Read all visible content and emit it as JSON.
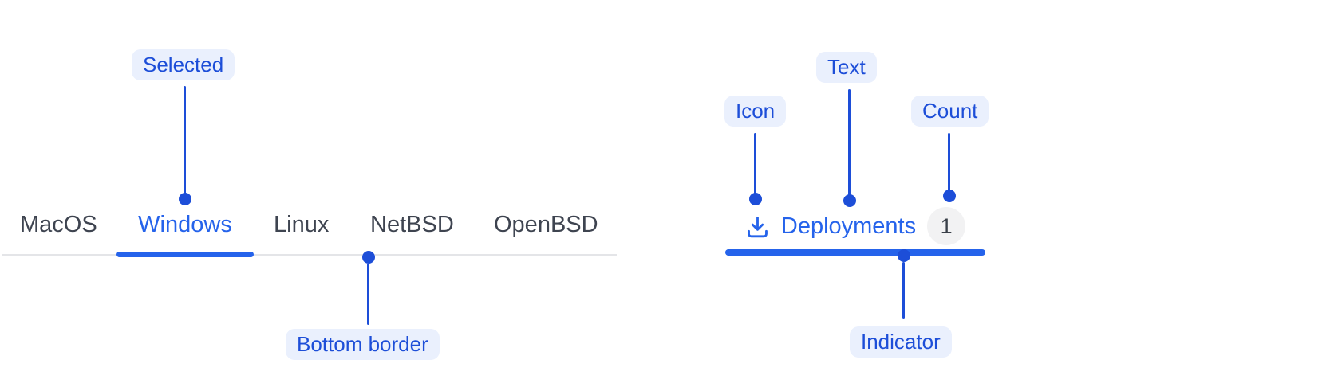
{
  "colors": {
    "accent_blue": "#2563EB",
    "annotation_blue": "#1D4ED8",
    "annotation_pill_bg": "#EAF0FD",
    "tab_text_gray": "#3E4450",
    "divider_gray": "#E4E5E8",
    "badge_bg": "#F2F2F3",
    "badge_text": "#3A4049"
  },
  "tabs_demo": {
    "items": [
      {
        "label": "MacOS",
        "selected": false
      },
      {
        "label": "Windows",
        "selected": true
      },
      {
        "label": "Linux",
        "selected": false
      },
      {
        "label": "NetBSD",
        "selected": false
      },
      {
        "label": "OpenBSD",
        "selected": false
      }
    ]
  },
  "tab_anatomy": {
    "icon": "download-icon",
    "label": "Deployments",
    "count": "1"
  },
  "annotations": {
    "selected": "Selected",
    "bottom_border": "Bottom border",
    "icon": "Icon",
    "text": "Text",
    "count": "Count",
    "indicator": "Indicator"
  }
}
